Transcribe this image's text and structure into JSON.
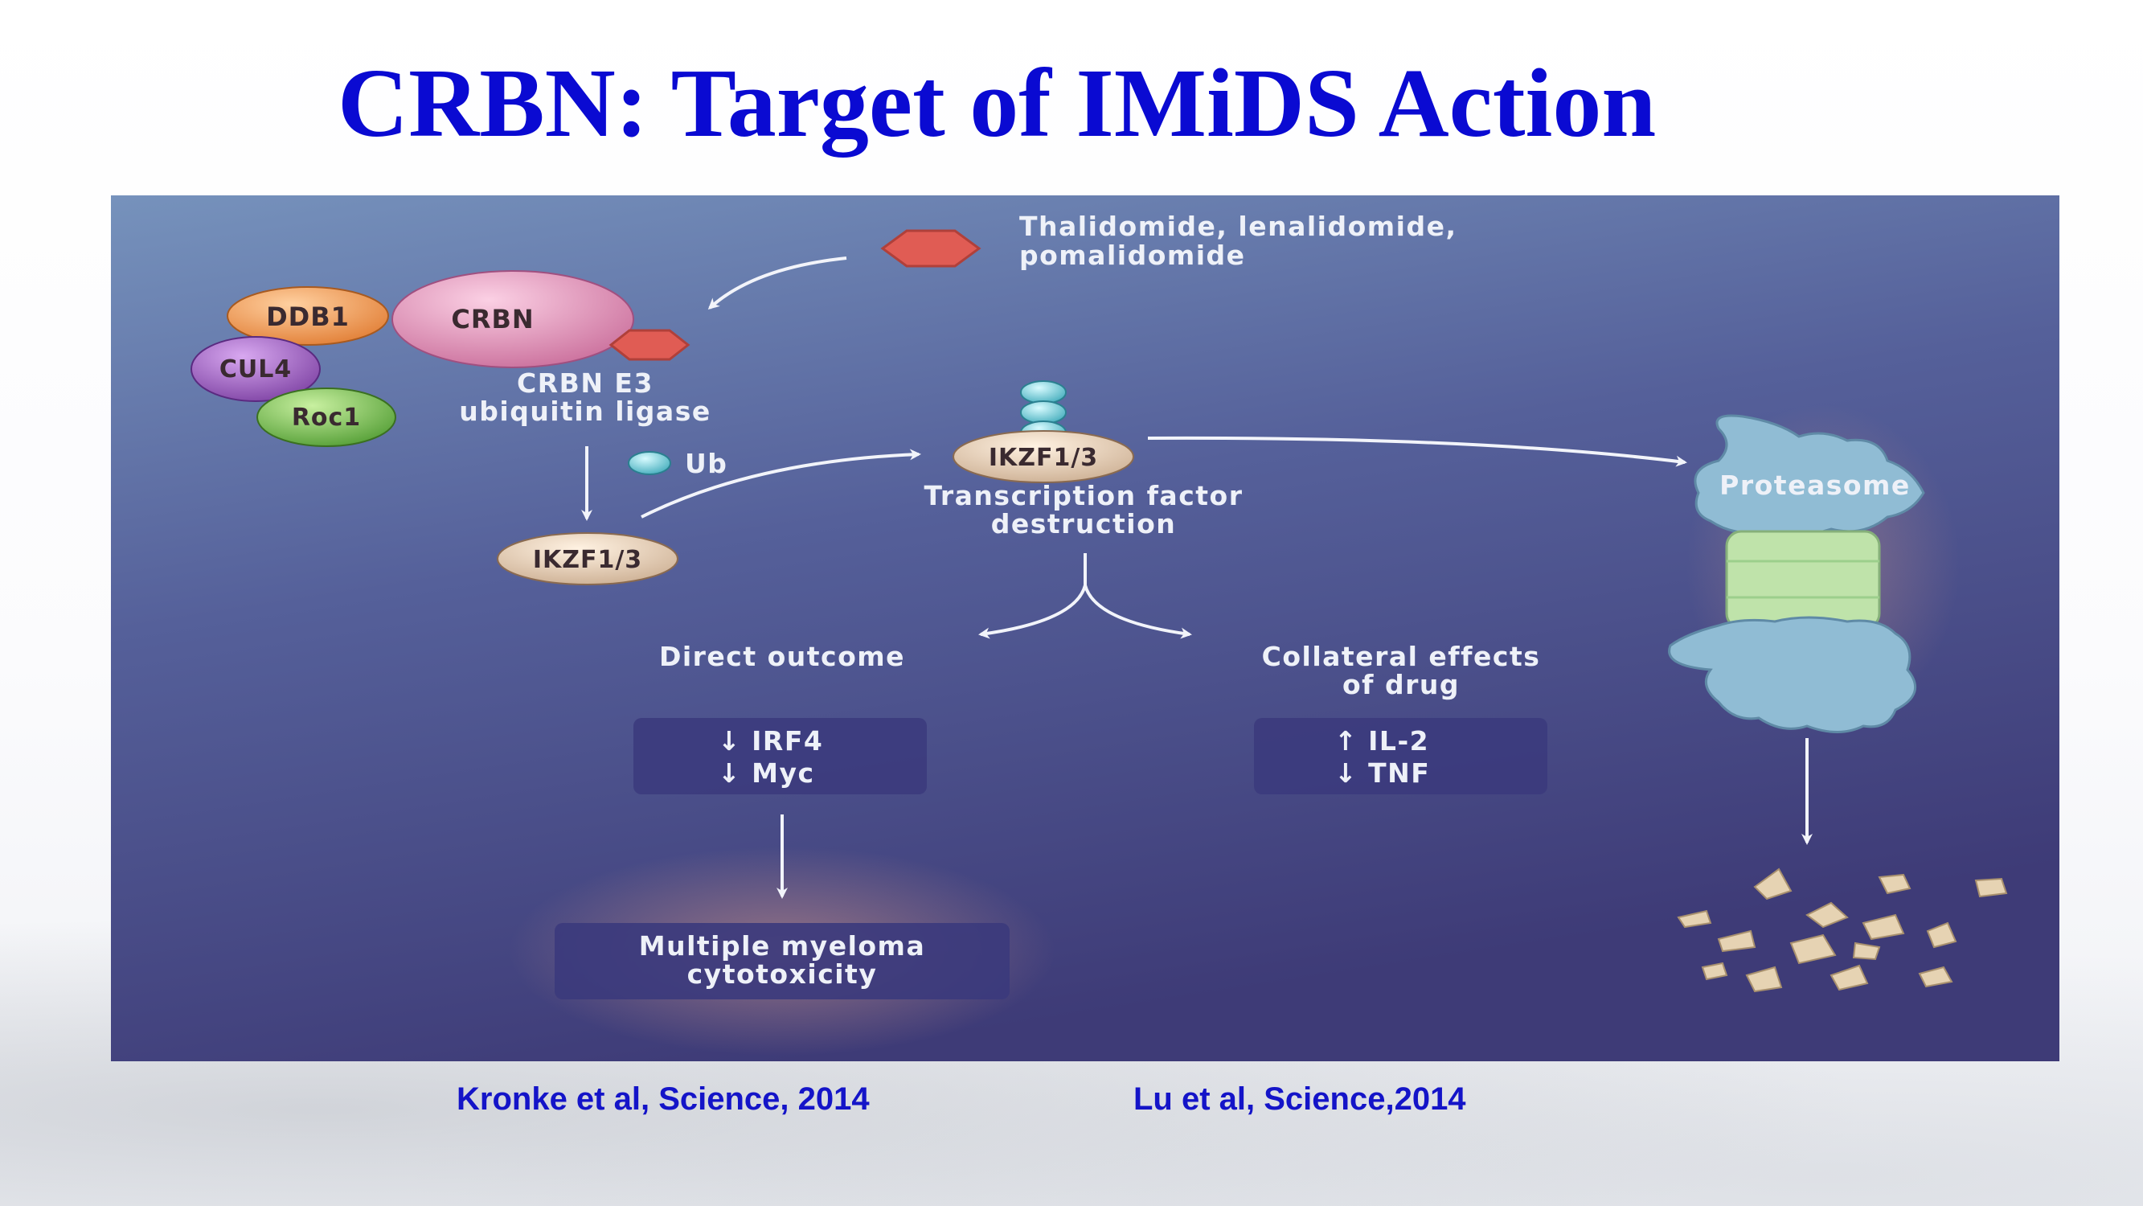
{
  "title": "CRBN: Target of IMiDS Action",
  "citations": {
    "left": "Kronke et al, Science, 2014",
    "right": "Lu et al, Science,2014"
  },
  "diagram": {
    "drug_label_line1": "Thalidomide, lenalidomide,",
    "drug_label_line2": "pomalidomide",
    "complex": {
      "ddb1": "DDB1",
      "crbn": "CRBN",
      "cul4": "CUL4",
      "roc1": "Roc1"
    },
    "ligase_label_line1": "CRBN E3",
    "ligase_label_line2": "ubiquitin ligase",
    "ub_label": "Ub",
    "ikzf_bottom": "IKZF1/3",
    "ikzf_top": "IKZF1/3",
    "tf_label_line1": "Transcription factor",
    "tf_label_line2": "destruction",
    "proteasome_label": "Proteasome",
    "direct_outcome": "Direct outcome",
    "collateral_line1": "Collateral effects",
    "collateral_line2": "of drug",
    "direct_items": [
      "↓ IRF4",
      "↓ Myc"
    ],
    "collateral_items": [
      "↑ IL-2",
      "↓ TNF"
    ],
    "result_line1": "Multiple myeloma",
    "result_line2": "cytotoxicity"
  },
  "colors": {
    "title": "#0a0ad2",
    "citation": "#1414c8",
    "panel_top": "#6f88b4",
    "panel_bottom": "#3f3d78",
    "drug": "#e0605a",
    "ddb1": "#f0a060",
    "crbn": "#e08ab0",
    "cul4": "#9a60b8",
    "roc1": "#7cbf50",
    "ub": "#7fd0d8",
    "ikzf": "#e8d2bc",
    "proteasome": "#8fbcd6",
    "proteasome_core": "#b8e0a8",
    "fragments": "#e8d6b8"
  }
}
